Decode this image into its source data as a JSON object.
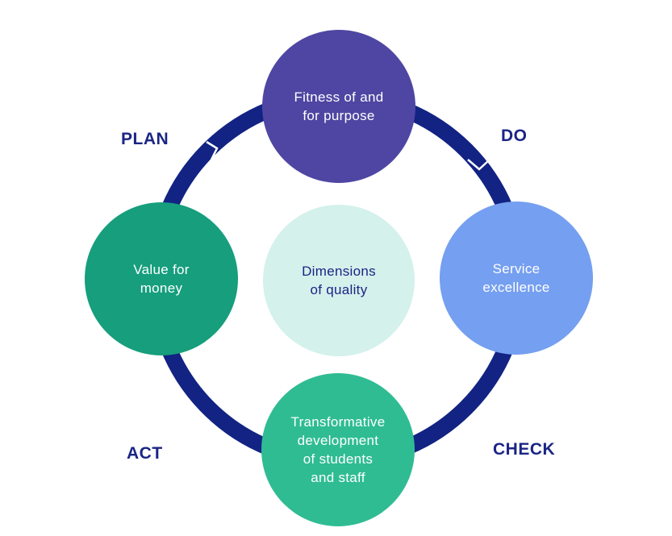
{
  "colors": {
    "ring": "#122383",
    "arrow_stroke": "#ffffff",
    "text_dark": "#1b2585",
    "text_light": "#ffffff"
  },
  "nodes": {
    "top": {
      "label": "Fitness of and\nfor purpose",
      "color": "#4e46a2"
    },
    "right": {
      "label": "Service\nexcellence",
      "color": "#759ff0"
    },
    "bottom": {
      "label": "Transformative\ndevelopment\nof students\nand staff",
      "color": "#2fbc93"
    },
    "left": {
      "label": "Value for\nmoney",
      "color": "#169e7d"
    },
    "center": {
      "label": "Dimensions\nof quality",
      "color": "#d4f1ec"
    }
  },
  "stages": {
    "plan": "PLAN",
    "do": "DO",
    "check": "CHECK",
    "act": "ACT"
  }
}
